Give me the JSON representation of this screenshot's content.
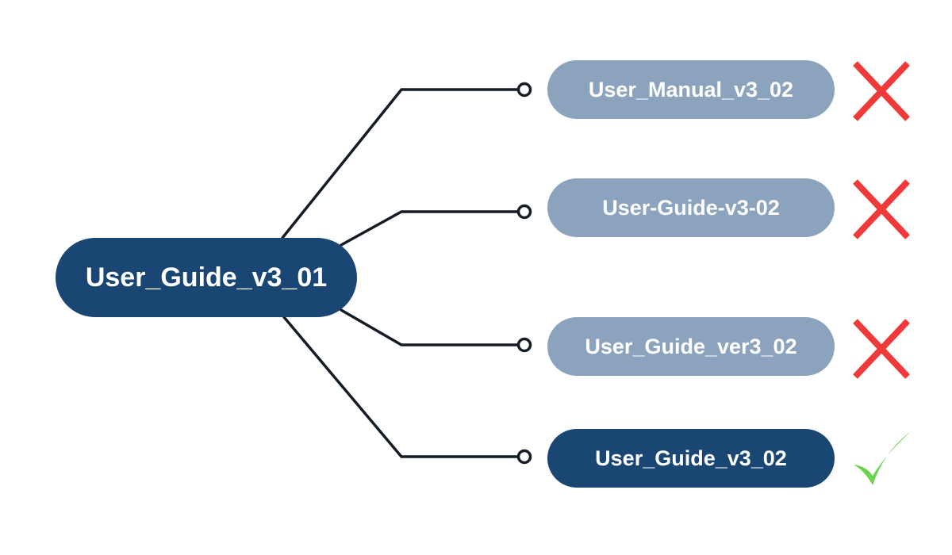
{
  "root": {
    "label": "User_Guide_v3_01",
    "color": "#1a4674"
  },
  "options": [
    {
      "label": "User_Manual_v3_02",
      "valid": false
    },
    {
      "label": "User-Guide-v3-02",
      "valid": false
    },
    {
      "label": "User_Guide_ver3_02",
      "valid": false
    },
    {
      "label": "User_Guide_v3_02",
      "valid": true
    }
  ],
  "colors": {
    "valid_fill": "#1a4674",
    "invalid_fill": "#8ca3bd",
    "connector": "#141c26",
    "cross_icon": "#f03a3a",
    "check_icon": "#6bd34d"
  },
  "icons": {
    "invalid": "cross-icon",
    "valid": "check-icon"
  }
}
